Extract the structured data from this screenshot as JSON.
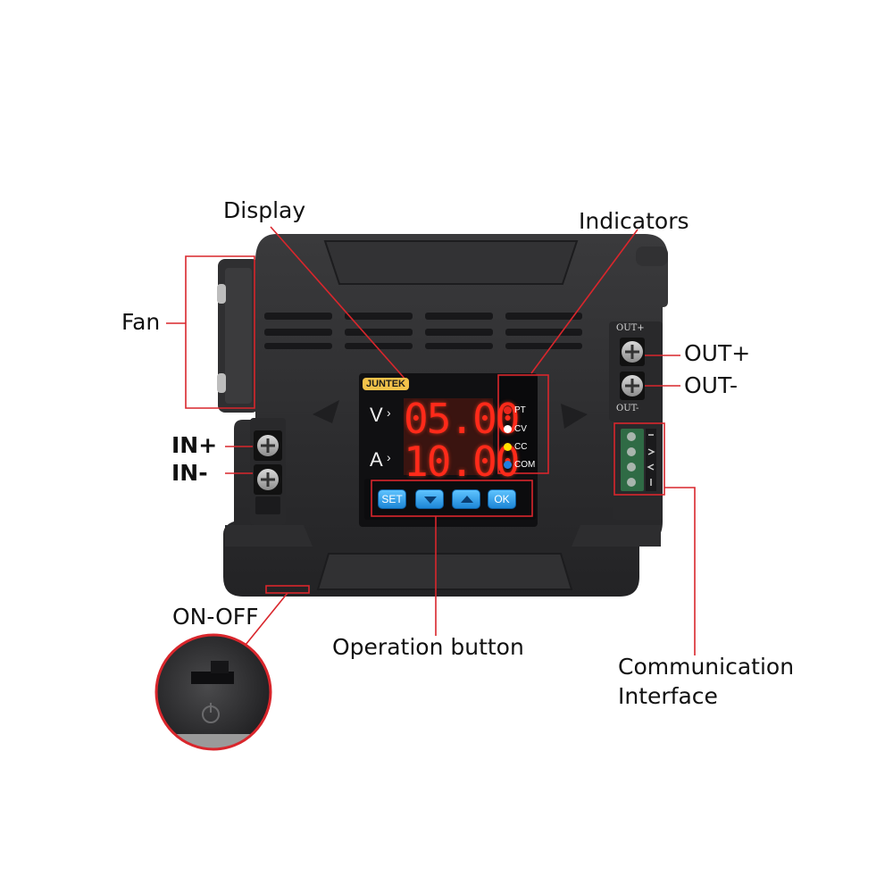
{
  "labels": {
    "display": "Display",
    "indicators": "Indicators",
    "fan": "Fan",
    "out_plus": "OUT+",
    "out_minus": "OUT-",
    "in_plus": "IN+",
    "in_minus": "IN-",
    "on_off": "ON-OFF",
    "operation_button": "Operation button",
    "communication_line1": "Communication",
    "communication_line2": "Interface"
  },
  "device": {
    "brand": "JUNTEK",
    "voltage_unit": "V",
    "voltage_reading": "05.00",
    "current_unit": "A",
    "current_reading": "10.00",
    "silk_out_plus": "OUT+",
    "silk_out_minus": "OUT-",
    "indicators": [
      {
        "label": "PT",
        "color": "#e8251c"
      },
      {
        "label": "CV",
        "color": "#ffffff"
      },
      {
        "label": "CC",
        "color": "#ffe100"
      },
      {
        "label": "COM",
        "color": "#1f7fe0"
      }
    ],
    "buttons": {
      "set": "SET",
      "down": "down-arrow-icon",
      "up": "up-arrow-icon",
      "ok": "OK"
    }
  },
  "colors": {
    "callout": "#d9262c",
    "body": "#2b2b2d",
    "lcd_digits": "#ff2a1a"
  }
}
